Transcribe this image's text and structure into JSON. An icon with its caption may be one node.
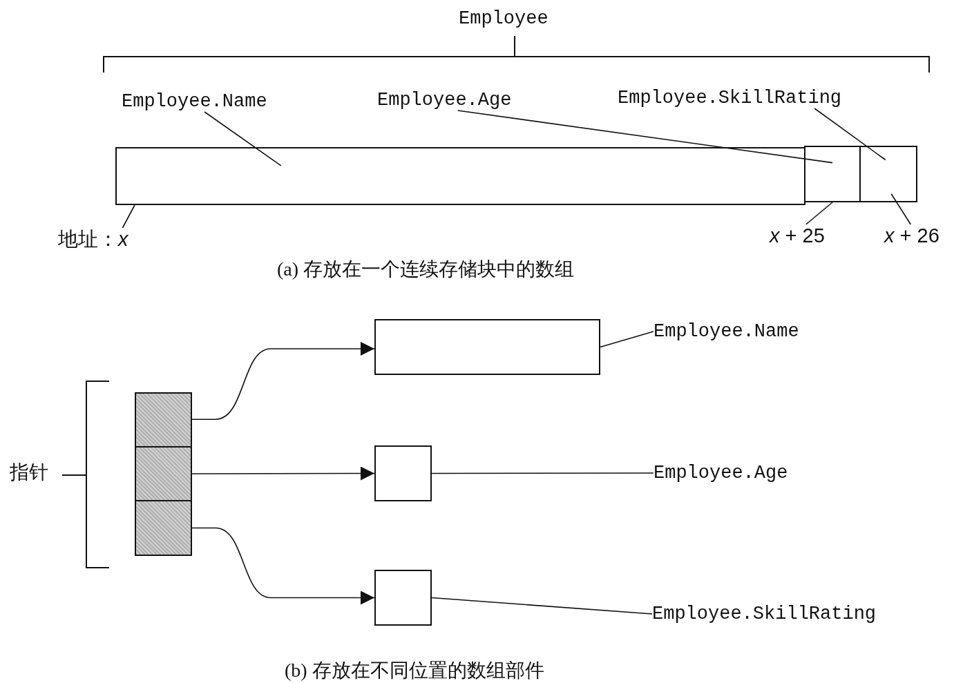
{
  "diagram": {
    "nodes": [
      {
        "text": [],
        "shape": "box"
      },
      {
        "text": [],
        "shape": "box"
      },
      {
        "text": [],
        "shape": "box"
      },
      {
        "text": [
          "Employee.Name"
        ]
      },
      {
        "text": [
          "Employee.Age"
        ]
      },
      {
        "text": [
          "Employee.SkillRating"
        ]
      },
      {
        "text": [
          "地址：*x*"
        ]
      },
      {
        "text": [
          "*x* + 25"
        ]
      },
      {
        "text": [
          "*x* + 26"
        ]
      },
      {
        "text": [],
        "shape": "box"
      },
      {
        "text": [],
        "shape": "box"
      },
      {
        "text": [],
        "shape": "box"
      },
      {
        "text": [],
        "shape": "box"
      },
      {
        "text": [],
        "shape": "box"
      },
      {
        "text": [],
        "shape": "box"
      },
      {
        "text": [
          "Employee.Name"
        ]
      },
      {
        "text": [
          "Employee.Age"
        ]
      },
      {
        "text": [
          "Employee.SkillRating"
        ]
      }
    ],
    "edges": [
      {
        "from": 3,
        "to": 0,
        "arrow": "none"
      },
      {
        "from": 4,
        "to": 1,
        "arrow": "none"
      },
      {
        "from": 5,
        "to": 2,
        "arrow": "none"
      },
      {
        "from": 6,
        "to": 0,
        "arrow": "none"
      },
      {
        "from": 7,
        "to": 1,
        "arrow": "none"
      },
      {
        "from": 8,
        "to": 2,
        "arrow": "none"
      },
      {
        "from": 9,
        "to": 12,
        "arrow": "to"
      },
      {
        "from": 10,
        "to": 13,
        "arrow": "to"
      },
      {
        "from": 11,
        "to": 14,
        "arrow": "to"
      },
      {
        "from": 15,
        "to": 12,
        "arrow": "none"
      },
      {
        "from": 16,
        "to": 13,
        "arrow": "none"
      },
      {
        "from": 17,
        "to": 14,
        "arrow": "none"
      }
    ],
    "labels": [
      "Employee",
      "(a) 存放在一个连续存储块中的数组",
      "指针",
      "(b) 存放在不同位置的数组部件"
    ]
  }
}
